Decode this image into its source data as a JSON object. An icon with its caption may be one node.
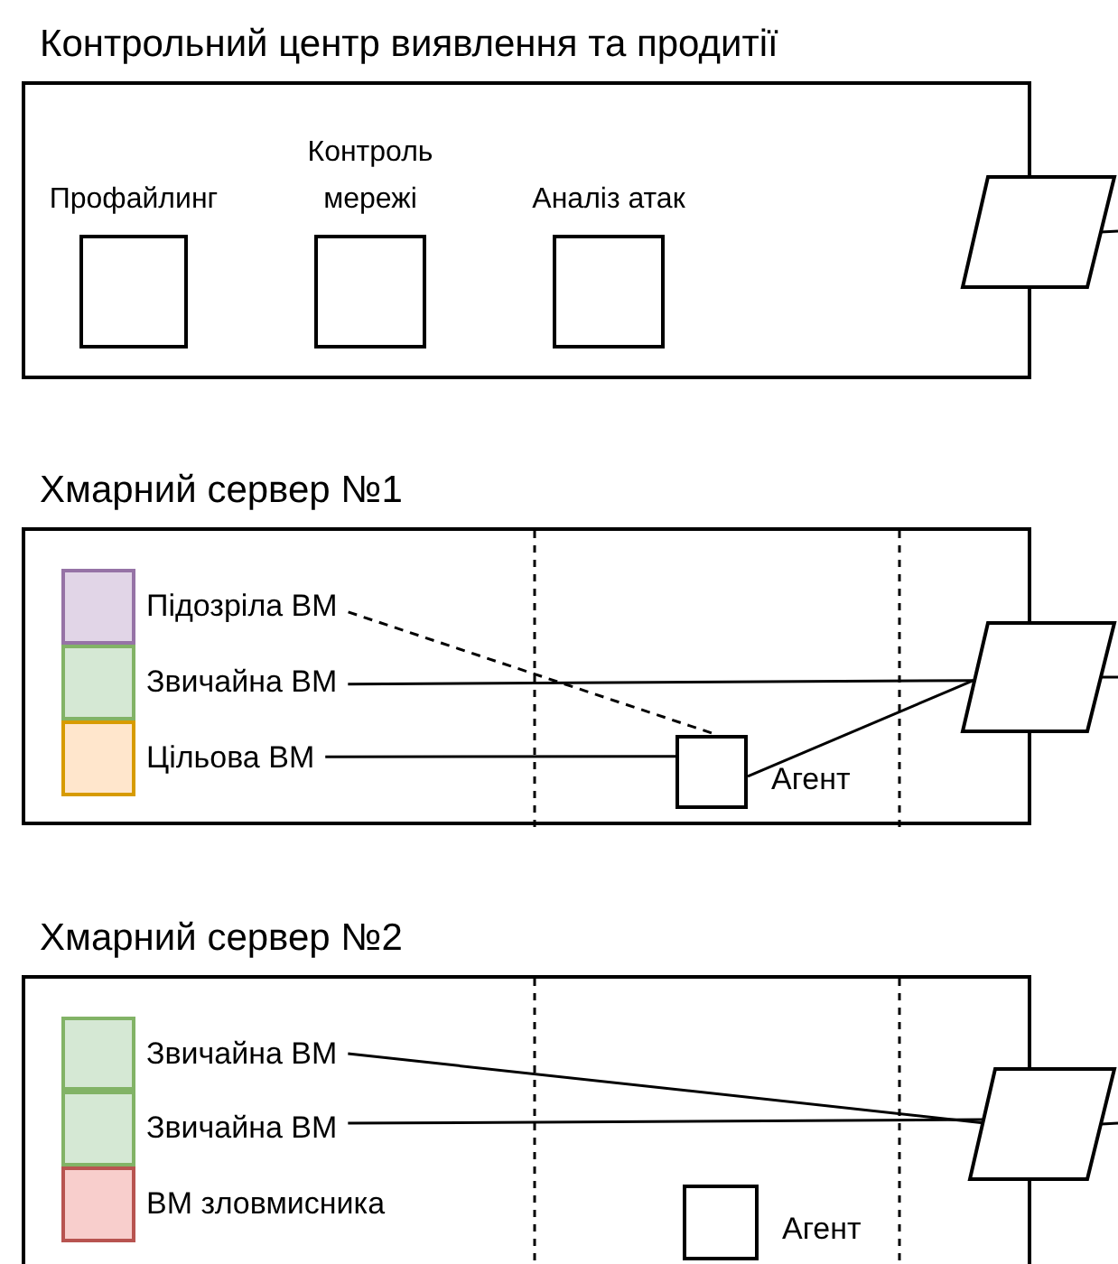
{
  "diagram": {
    "nodes": [
      {
        "text": [
          "Контрольний центр виявлення та продитії"
        ]
      },
      {
        "text": [
          "Профайлинг"
        ],
        "in": 0
      },
      {
        "text": [
          "Контроль мережі"
        ],
        "in": 0
      },
      {
        "text": [
          "Аналіз атак"
        ],
        "in": 0
      },
      {
        "text": [],
        "shape": "parallelogram"
      },
      {
        "text": [
          "Хмарний сервер №1"
        ]
      },
      {
        "text": [
          "Підозріла ВМ"
        ],
        "in": 5
      },
      {
        "text": [
          "Звичайна ВМ"
        ],
        "in": 5
      },
      {
        "text": [
          "Цільова ВМ"
        ],
        "in": 5
      },
      {
        "text": [],
        "shape": "box",
        "beside": [
          "Агент"
        ],
        "in": 5
      },
      {
        "text": [],
        "shape": "parallelogram"
      },
      {
        "text": [
          "Хмарний сервер №2"
        ]
      },
      {
        "text": [
          "Звичайна ВМ"
        ],
        "in": 11
      },
      {
        "text": [
          "Звичайна ВМ"
        ],
        "in": 11
      },
      {
        "text": [
          "ВМ зловмисника"
        ],
        "in": 11
      },
      {
        "text": [],
        "shape": "box",
        "beside": [
          "Агент"
        ],
        "in": 11
      },
      {
        "text": [],
        "shape": "parallelogram"
      }
    ],
    "edges": [
      {
        "from": 6,
        "to": 9,
        "arrow": "none",
        "style": "dashed"
      },
      {
        "from": 7,
        "to": 10,
        "arrow": "none"
      },
      {
        "from": 8,
        "to": 9,
        "arrow": "none"
      },
      {
        "from": 9,
        "to": 10,
        "arrow": "none"
      },
      {
        "from": 10,
        "to": null,
        "arrow": "none"
      },
      {
        "from": 4,
        "to": null,
        "arrow": "none"
      },
      {
        "from": 12,
        "to": 16,
        "arrow": "none"
      },
      {
        "from": 13,
        "to": 16,
        "arrow": "none"
      },
      {
        "from": 16,
        "to": null,
        "arrow": "none"
      }
    ]
  }
}
